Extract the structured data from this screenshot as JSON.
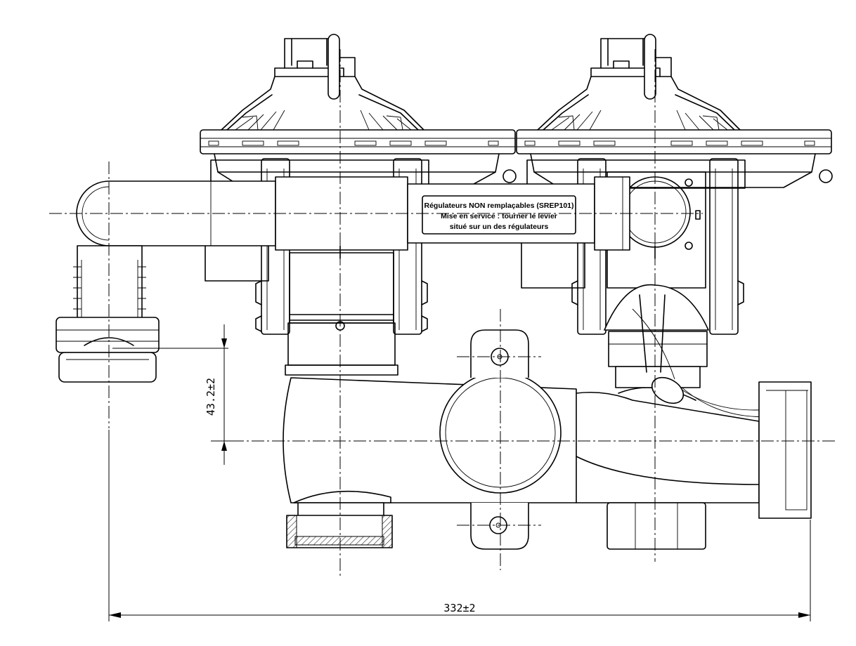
{
  "label_plate": {
    "line1": "Régulateurs NON remplaçables (SREP101)",
    "line2": "Mise en service : tourner le levier",
    "line3": "situé sur un des régulateurs"
  },
  "dimensions": {
    "vertical": "43.2±2",
    "horizontal": "332±2"
  },
  "colors": {
    "line": "#000000",
    "background": "#ffffff"
  }
}
